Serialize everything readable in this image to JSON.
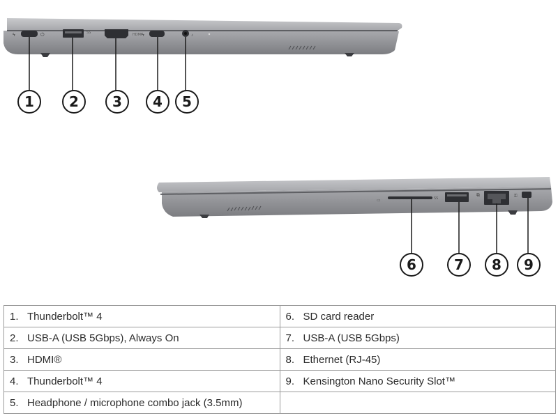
{
  "callouts_top": [
    "1",
    "2",
    "3",
    "4",
    "5"
  ],
  "callouts_bottom": [
    "6",
    "7",
    "8",
    "9"
  ],
  "port_text": {
    "hdmi": "HDMI",
    "usb_a_left": "SS",
    "usb_a_right": "SS"
  },
  "table": {
    "rows": [
      [
        {
          "num": "1.",
          "label": "Thunderbolt™ 4"
        },
        {
          "num": "6.",
          "label": "SD card reader"
        }
      ],
      [
        {
          "num": "2.",
          "label": "USB-A (USB 5Gbps), Always On"
        },
        {
          "num": "7.",
          "label": "USB-A (USB 5Gbps)"
        }
      ],
      [
        {
          "num": "3.",
          "label": "HDMI®"
        },
        {
          "num": "8.",
          "label": "Ethernet (RJ-45)"
        }
      ],
      [
        {
          "num": "4.",
          "label": "Thunderbolt™ 4"
        },
        {
          "num": "9.",
          "label": "Kensington Nano Security Slot™"
        }
      ],
      [
        {
          "num": "5.",
          "label": "Headphone / microphone combo jack (3.5mm)"
        },
        {
          "num": "",
          "label": ""
        }
      ]
    ]
  },
  "colors": {
    "chassis_light": "#b4b5b9",
    "chassis_dark": "#7f8085",
    "port": "#2e2f33",
    "callout_stroke": "#1a1a1a"
  }
}
